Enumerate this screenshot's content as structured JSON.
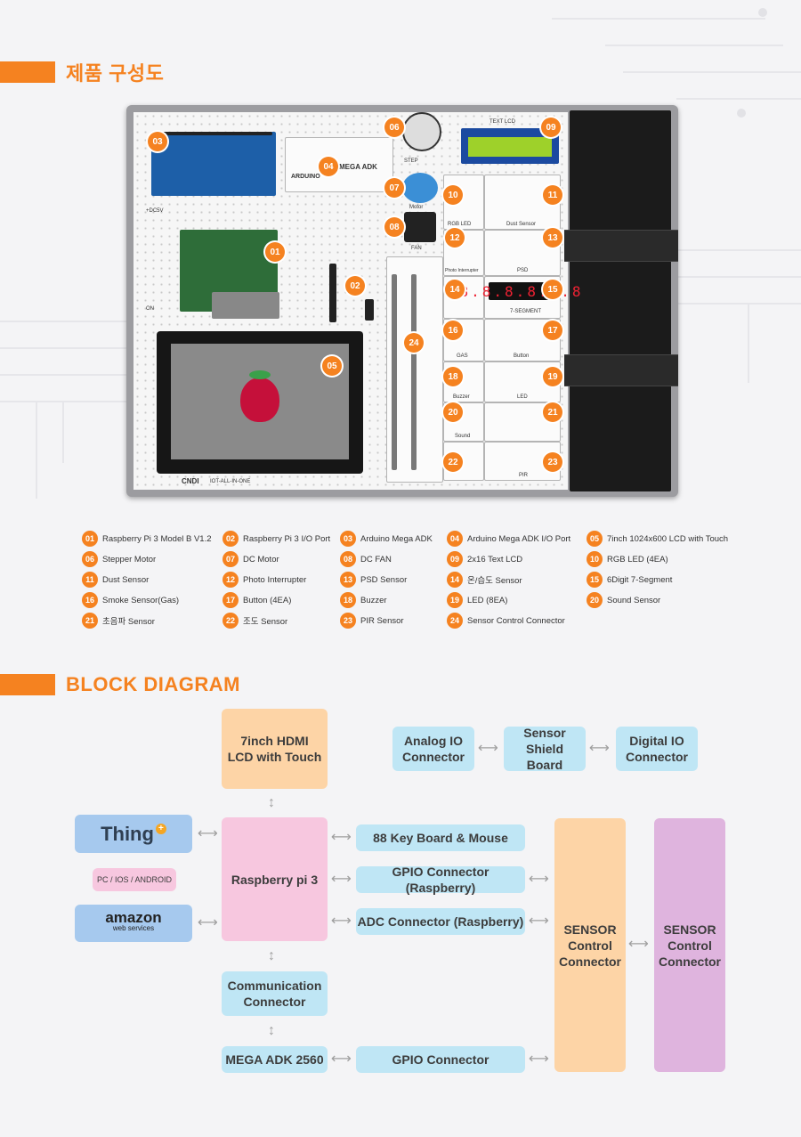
{
  "header_1": {
    "title": "제품 구성도"
  },
  "header_2": {
    "title": "BLOCK DIAGRAM"
  },
  "board": {
    "labels": {
      "text_lcd": "TEXT LCD",
      "arduino": "ARDUINO",
      "mega_adk": "MEGA ADK",
      "step": "STEP",
      "motor": "Motor",
      "fan": "FAN",
      "rgb_led": "RGB LED",
      "dust_sensor": "Dust Sensor",
      "photo_interrupter": "Photo Interrupter",
      "psd": "PSD",
      "seven_segment": "7-SEGMENT",
      "gas": "GAS",
      "button": "Button",
      "buzzer": "Buzzer",
      "led": "LED",
      "sound": "Sound",
      "pir": "PIR",
      "dc5v": "+DC5V",
      "on": "ON",
      "brand": "CNDI",
      "model": "IOT-ALL-IN-ONE",
      "segment_display": "8.8.8.8.8.8"
    },
    "callouts": [
      "01",
      "02",
      "03",
      "04",
      "05",
      "06",
      "07",
      "08",
      "09",
      "10",
      "11",
      "12",
      "13",
      "14",
      "15",
      "16",
      "17",
      "18",
      "19",
      "20",
      "21",
      "22",
      "23",
      "24"
    ]
  },
  "legend": [
    {
      "num": "01",
      "text": "Raspberry Pi 3 Model B V1.2"
    },
    {
      "num": "02",
      "text": "Raspberry Pi 3 I/O Port"
    },
    {
      "num": "03",
      "text": "Arduino Mega ADK"
    },
    {
      "num": "04",
      "text": "Arduino Mega ADK I/O Port"
    },
    {
      "num": "05",
      "text": "7inch 1024x600 LCD with Touch"
    },
    {
      "num": "06",
      "text": "Stepper Motor"
    },
    {
      "num": "07",
      "text": "DC Motor"
    },
    {
      "num": "08",
      "text": "DC FAN"
    },
    {
      "num": "09",
      "text": "2x16 Text LCD"
    },
    {
      "num": "10",
      "text": "RGB LED (4EA)"
    },
    {
      "num": "11",
      "text": "Dust Sensor"
    },
    {
      "num": "12",
      "text": "Photo Interrupter"
    },
    {
      "num": "13",
      "text": "PSD Sensor"
    },
    {
      "num": "14",
      "text": "온/습도 Sensor"
    },
    {
      "num": "15",
      "text": "6Digit 7-Segment"
    },
    {
      "num": "16",
      "text": "Smoke Sensor(Gas)"
    },
    {
      "num": "17",
      "text": "Button (4EA)"
    },
    {
      "num": "18",
      "text": "Buzzer"
    },
    {
      "num": "19",
      "text": "LED (8EA)"
    },
    {
      "num": "20",
      "text": "Sound Sensor"
    },
    {
      "num": "21",
      "text": "초음파  Sensor"
    },
    {
      "num": "22",
      "text": "조도 Sensor"
    },
    {
      "num": "23",
      "text": "PIR Sensor"
    },
    {
      "num": "24",
      "text": "Sensor Control Connector"
    }
  ],
  "diagram": {
    "lcd": "7inch HDMI LCD with Touch",
    "analog_io": "Analog IO Connector",
    "sensor_shield": "Sensor Shield Board",
    "digital_io": "Digital IO Connector",
    "thing_plus": "Thing",
    "platforms": "PC / IOS / ANDROID",
    "amazon": "amazon",
    "amazon_sub": "web services",
    "raspberry_pi": "Raspberry pi 3",
    "keyboard": "88 Key Board & Mouse",
    "gpio_rpi": "GPIO Connector (Raspberry)",
    "adc_rpi": "ADC Connector (Raspberry)",
    "sensor_control_1": "SENSOR Control Connector",
    "sensor_control_2": "SENSOR Control Connector",
    "communication": "Communication Connector",
    "mega_adk": "MEGA ADK 2560",
    "gpio": "GPIO Connector"
  },
  "colors": {
    "accent": "#f58220",
    "orange_block": "#fdd4a6",
    "blue_block": "#bfe6f5",
    "pink_block": "#f7c7df",
    "purple_block": "#dfb4de",
    "cloud_block": "#a6c9ee"
  }
}
